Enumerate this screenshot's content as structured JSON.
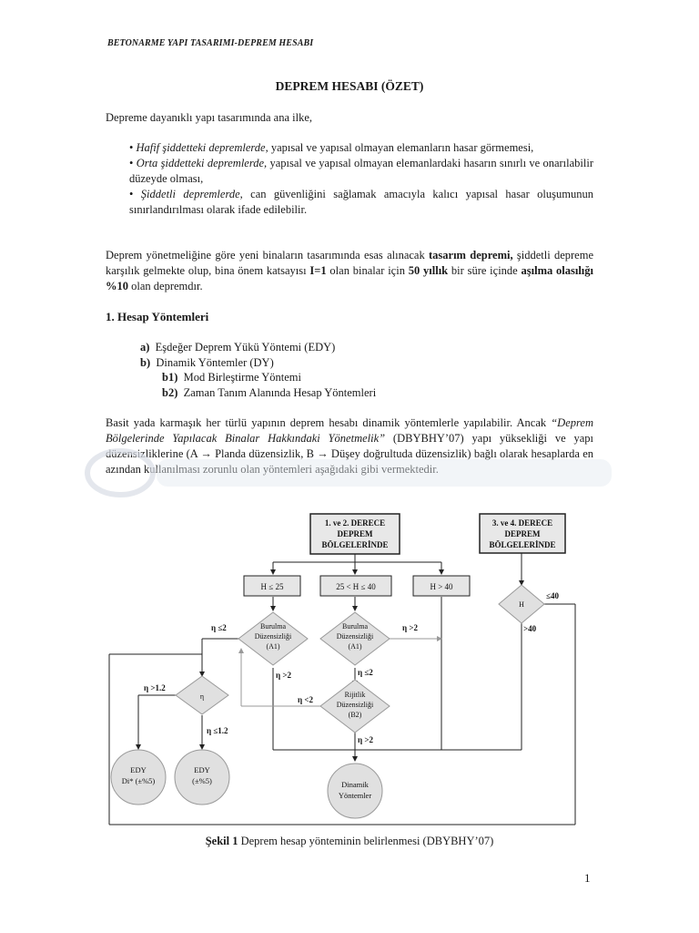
{
  "header": "BETONARME YAPI TASARIMI-DEPREM HESABI",
  "title": "DEPREM HESABI (ÖZET)",
  "intro": "Depreme dayanıklı yapı tasarımında ana ilke,",
  "bullets": [
    {
      "lead": "Hafif şiddetteki depremlerde",
      "rest": ", yapısal ve yapısal olmayan elemanların hasar görmemesi,"
    },
    {
      "lead": "Orta şiddetteki depremlerde,",
      "rest": " yapısal ve yapısal olmayan elemanlardaki hasarın sınırlı ve onarılabilir düzeyde olması,"
    },
    {
      "lead": "Şiddetli depremlerde",
      "rest": ", can güvenliğini sağlamak amacıyla kalıcı yapısal hasar oluşumunun sınırlandırılması olarak ifade edilebilir."
    }
  ],
  "para2": {
    "t1": "Deprem yönetmeliğine göre yeni binaların tasarımında esas alınacak ",
    "b1": "tasarım depremi,",
    "t2": " şiddetli depreme karşılık gelmekte olup, bina önem katsayısı ",
    "b2": "I=1",
    "t3": " olan binalar için ",
    "b3": "50 yıllık",
    "t4": " bir süre içinde ",
    "b4": "aşılma olasılığı %10",
    "t5": " olan depremdır."
  },
  "section1": "1. Hesap Yöntemleri",
  "methods": {
    "a_label": "a)",
    "a_text": "Eşdeğer Deprem Yükü Yöntemi (EDY)",
    "b_label": "b)",
    "b_text": "Dinamik Yöntemler (DY)",
    "b1_label": "b1)",
    "b1_text": "Mod Birleştirme Yöntemi",
    "b2_label": "b2)",
    "b2_text": "Zaman Tanım Alanında Hesap Yöntemleri"
  },
  "para3": {
    "t1": "Basit yada karmaşık her türlü yapının deprem hesabı dinamik yöntemlerle yapılabilir. Ancak ",
    "i1": "“Deprem Bölgelerinde Yapılacak Binalar Hakkındaki Yönetmelik”",
    "t2": " (DBYBHY’07) yapı yüksekliği ve yapı düzensizliklerine (A → Planda düzensizlik, B → Düşey doğrultuda düzensizlik) bağlı olarak hesaplarda en azından kullanılması zorunlu olan yöntemleri aşağıdaki gibi vermektedir."
  },
  "flowchart": {
    "zone12": [
      "1. ve 2. DERECE",
      "DEPREM",
      "BÖLGELERİNDE"
    ],
    "zone34": [
      "3. ve 4. DERECE",
      "DEPREM",
      "BÖLGELERİNDE"
    ],
    "h1": "H  ≤ 25",
    "h2": "25  < H  ≤ 40",
    "h3": "H  > 40",
    "hn": "H",
    "le40": "≤40",
    "gt40": ">40",
    "a1_left": [
      "Burulma",
      "Düzensizliği",
      "(A1)"
    ],
    "a1_mid": [
      "Burulma",
      "Düzensizliği",
      "(A1)"
    ],
    "b2": [
      "Rijitlik",
      "Düzensizliği",
      "(B2)"
    ],
    "eta": "η",
    "l_eta_bi_le2": "η ≤2",
    "l_eta_bi_gt2_a": "η >2",
    "l_eta_bi_gt2_b": "η >2",
    "l_eta_bi_le2_b": "η ≤2",
    "l_eta_ki_lt2": "η <2",
    "l_eta_ki_gt2": "η >2",
    "l_eta_gt12": "η >1.2",
    "l_eta_le12": "η ≤1.2",
    "edy1": [
      "EDY",
      "Di* (±%5)"
    ],
    "edy2": [
      "EDY",
      "(±%5)"
    ],
    "dinamik": [
      "Dinamik",
      "Yöntemler"
    ]
  },
  "caption_bold": "Şekil 1",
  "caption_rest": " Deprem hesap yönteminin belirlenmesi (DBYBHY’07)",
  "page_number": "1"
}
